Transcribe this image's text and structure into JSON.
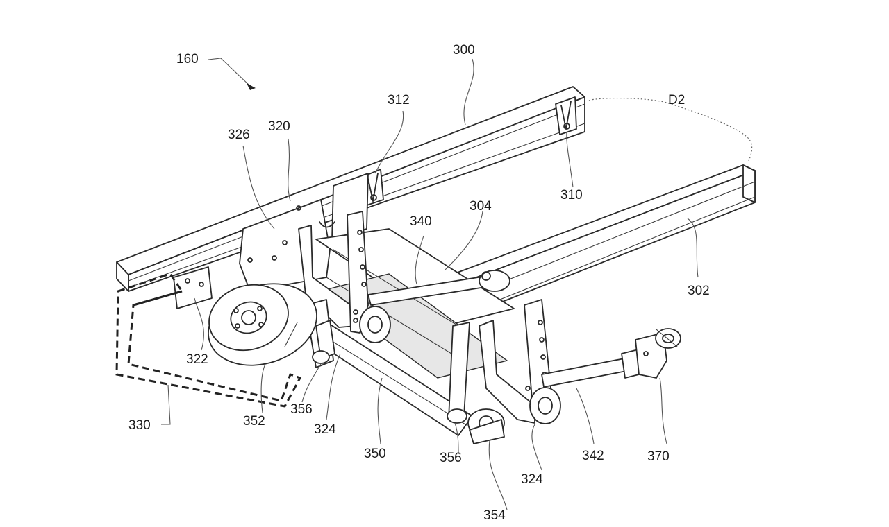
{
  "figure": {
    "reference_numerals": [
      {
        "id": "ref-160",
        "text": "160"
      },
      {
        "id": "ref-300",
        "text": "300"
      },
      {
        "id": "ref-302",
        "text": "302"
      },
      {
        "id": "ref-304",
        "text": "304"
      },
      {
        "id": "ref-310",
        "text": "310"
      },
      {
        "id": "ref-312",
        "text": "312"
      },
      {
        "id": "ref-320",
        "text": "320"
      },
      {
        "id": "ref-322",
        "text": "322"
      },
      {
        "id": "ref-324a",
        "text": "324"
      },
      {
        "id": "ref-324b",
        "text": "324"
      },
      {
        "id": "ref-326",
        "text": "326"
      },
      {
        "id": "ref-330",
        "text": "330"
      },
      {
        "id": "ref-340",
        "text": "340"
      },
      {
        "id": "ref-342",
        "text": "342"
      },
      {
        "id": "ref-350",
        "text": "350"
      },
      {
        "id": "ref-352",
        "text": "352"
      },
      {
        "id": "ref-354",
        "text": "354"
      },
      {
        "id": "ref-356a",
        "text": "356"
      },
      {
        "id": "ref-356b",
        "text": "356"
      },
      {
        "id": "ref-370",
        "text": "370"
      },
      {
        "id": "ref-d2",
        "text": "D2"
      }
    ]
  }
}
